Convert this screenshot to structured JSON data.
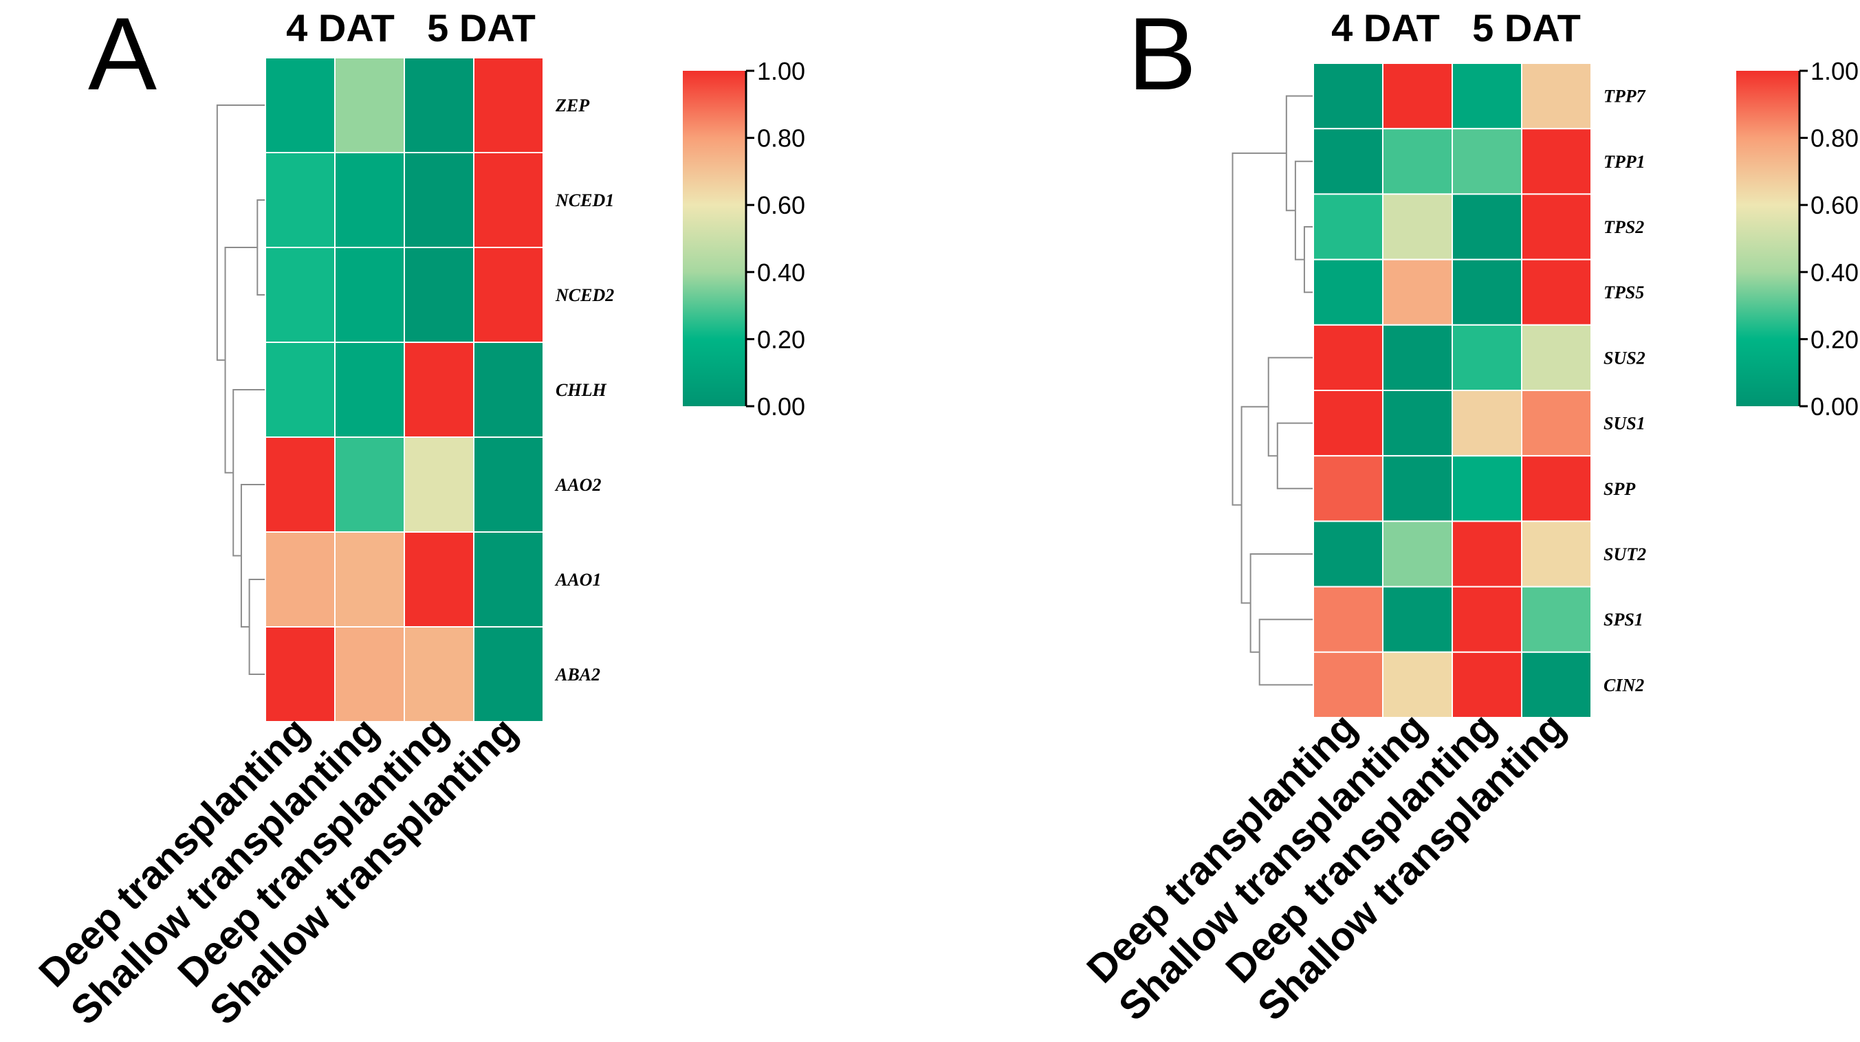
{
  "figure": {
    "panels": [
      {
        "letter": "A"
      },
      {
        "letter": "B"
      }
    ]
  },
  "chart_data": [
    {
      "type": "heatmap",
      "panel": "A",
      "group_labels": [
        "4 DAT",
        "5 DAT"
      ],
      "columns": [
        "Deep transplanting",
        "Shallow transplanting",
        "Deep transplanting",
        "Shallow transplanting"
      ],
      "rows": [
        "ZEP",
        "NCED1",
        "NCED2",
        "CHLH",
        "AAO2",
        "AAO1",
        "ABA2"
      ],
      "values": [
        [
          0.12,
          0.38,
          0.02,
          1.0
        ],
        [
          0.22,
          0.12,
          0.02,
          1.0
        ],
        [
          0.22,
          0.12,
          0.02,
          1.0
        ],
        [
          0.22,
          0.12,
          1.0,
          0.02
        ],
        [
          1.0,
          0.26,
          0.56,
          0.02
        ],
        [
          0.76,
          0.74,
          1.0,
          0.02
        ],
        [
          1.0,
          0.76,
          0.74,
          0.02
        ]
      ],
      "dendrogram": [
        [
          1,
          2
        ],
        [
          5,
          6
        ],
        [
          4,
          [
            5,
            6
          ]
        ],
        [
          3,
          [
            4,
            [
              5,
              6
            ]
          ]
        ],
        [
          [
            1,
            2
          ],
          [
            3,
            [
              4,
              [
                5,
                6
              ]
            ]
          ]
        ],
        [
          0,
          [
            [
              1,
              2
            ],
            [
              3,
              [
                4,
                [
                  5,
                  6
                ]
              ]
            ]
          ]
        ]
      ],
      "colorbar": {
        "range": [
          0,
          1
        ],
        "ticks": [
          "0.00",
          "0.20",
          "0.40",
          "0.60",
          "0.80",
          "1.00"
        ],
        "colors": [
          "#009471",
          "#00b586",
          "#a6d8a0",
          "#eee6b2",
          "#f8a078",
          "#f2302a"
        ]
      }
    },
    {
      "type": "heatmap",
      "panel": "B",
      "group_labels": [
        "4 DAT",
        "5 DAT"
      ],
      "columns": [
        "Deep transplanting",
        "Shallow transplanting",
        "Deep transplanting",
        "Shallow transplanting"
      ],
      "rows": [
        "TPP7",
        "TPP1",
        "TPS2",
        "TPS5",
        "SUS2",
        "SUS1",
        "SPP",
        "SUT2",
        "SPS1",
        "CIN2"
      ],
      "values": [
        [
          0.02,
          1.0,
          0.12,
          0.68
        ],
        [
          0.02,
          0.28,
          0.3,
          1.0
        ],
        [
          0.24,
          0.52,
          0.02,
          1.0
        ],
        [
          0.1,
          0.76,
          0.02,
          1.0
        ],
        [
          1.0,
          0.02,
          0.24,
          0.52
        ],
        [
          1.0,
          0.02,
          0.66,
          0.84
        ],
        [
          0.92,
          0.02,
          0.16,
          1.0
        ],
        [
          0.02,
          0.36,
          1.0,
          0.64
        ],
        [
          0.86,
          0.02,
          1.0,
          0.3
        ],
        [
          0.86,
          0.64,
          1.0,
          0.02
        ]
      ],
      "dendrogram": [
        [
          2,
          3
        ],
        [
          1,
          [
            2,
            3
          ]
        ],
        [
          0,
          [
            1,
            [
              2,
              3
            ]
          ]
        ],
        [
          5,
          6
        ],
        [
          4,
          [
            5,
            6
          ]
        ],
        [
          8,
          9
        ],
        [
          7,
          [
            8,
            9
          ]
        ],
        [
          [
            4,
            [
              5,
              6
            ]
          ],
          [
            7,
            [
              8,
              9
            ]
          ]
        ],
        [
          [
            0,
            [
              1,
              [
                2,
                3
              ]
            ]
          ],
          [
            [
              4,
              [
                5,
                6
              ]
            ],
            [
              7,
              [
                8,
                9
              ]
            ]
          ]
        ]
      ],
      "colorbar": {
        "range": [
          0,
          1
        ],
        "ticks": [
          "0.00",
          "0.20",
          "0.40",
          "0.60",
          "0.80",
          "1.00"
        ],
        "colors": [
          "#009471",
          "#00b586",
          "#a6d8a0",
          "#eee6b2",
          "#f8a078",
          "#f2302a"
        ]
      }
    }
  ]
}
